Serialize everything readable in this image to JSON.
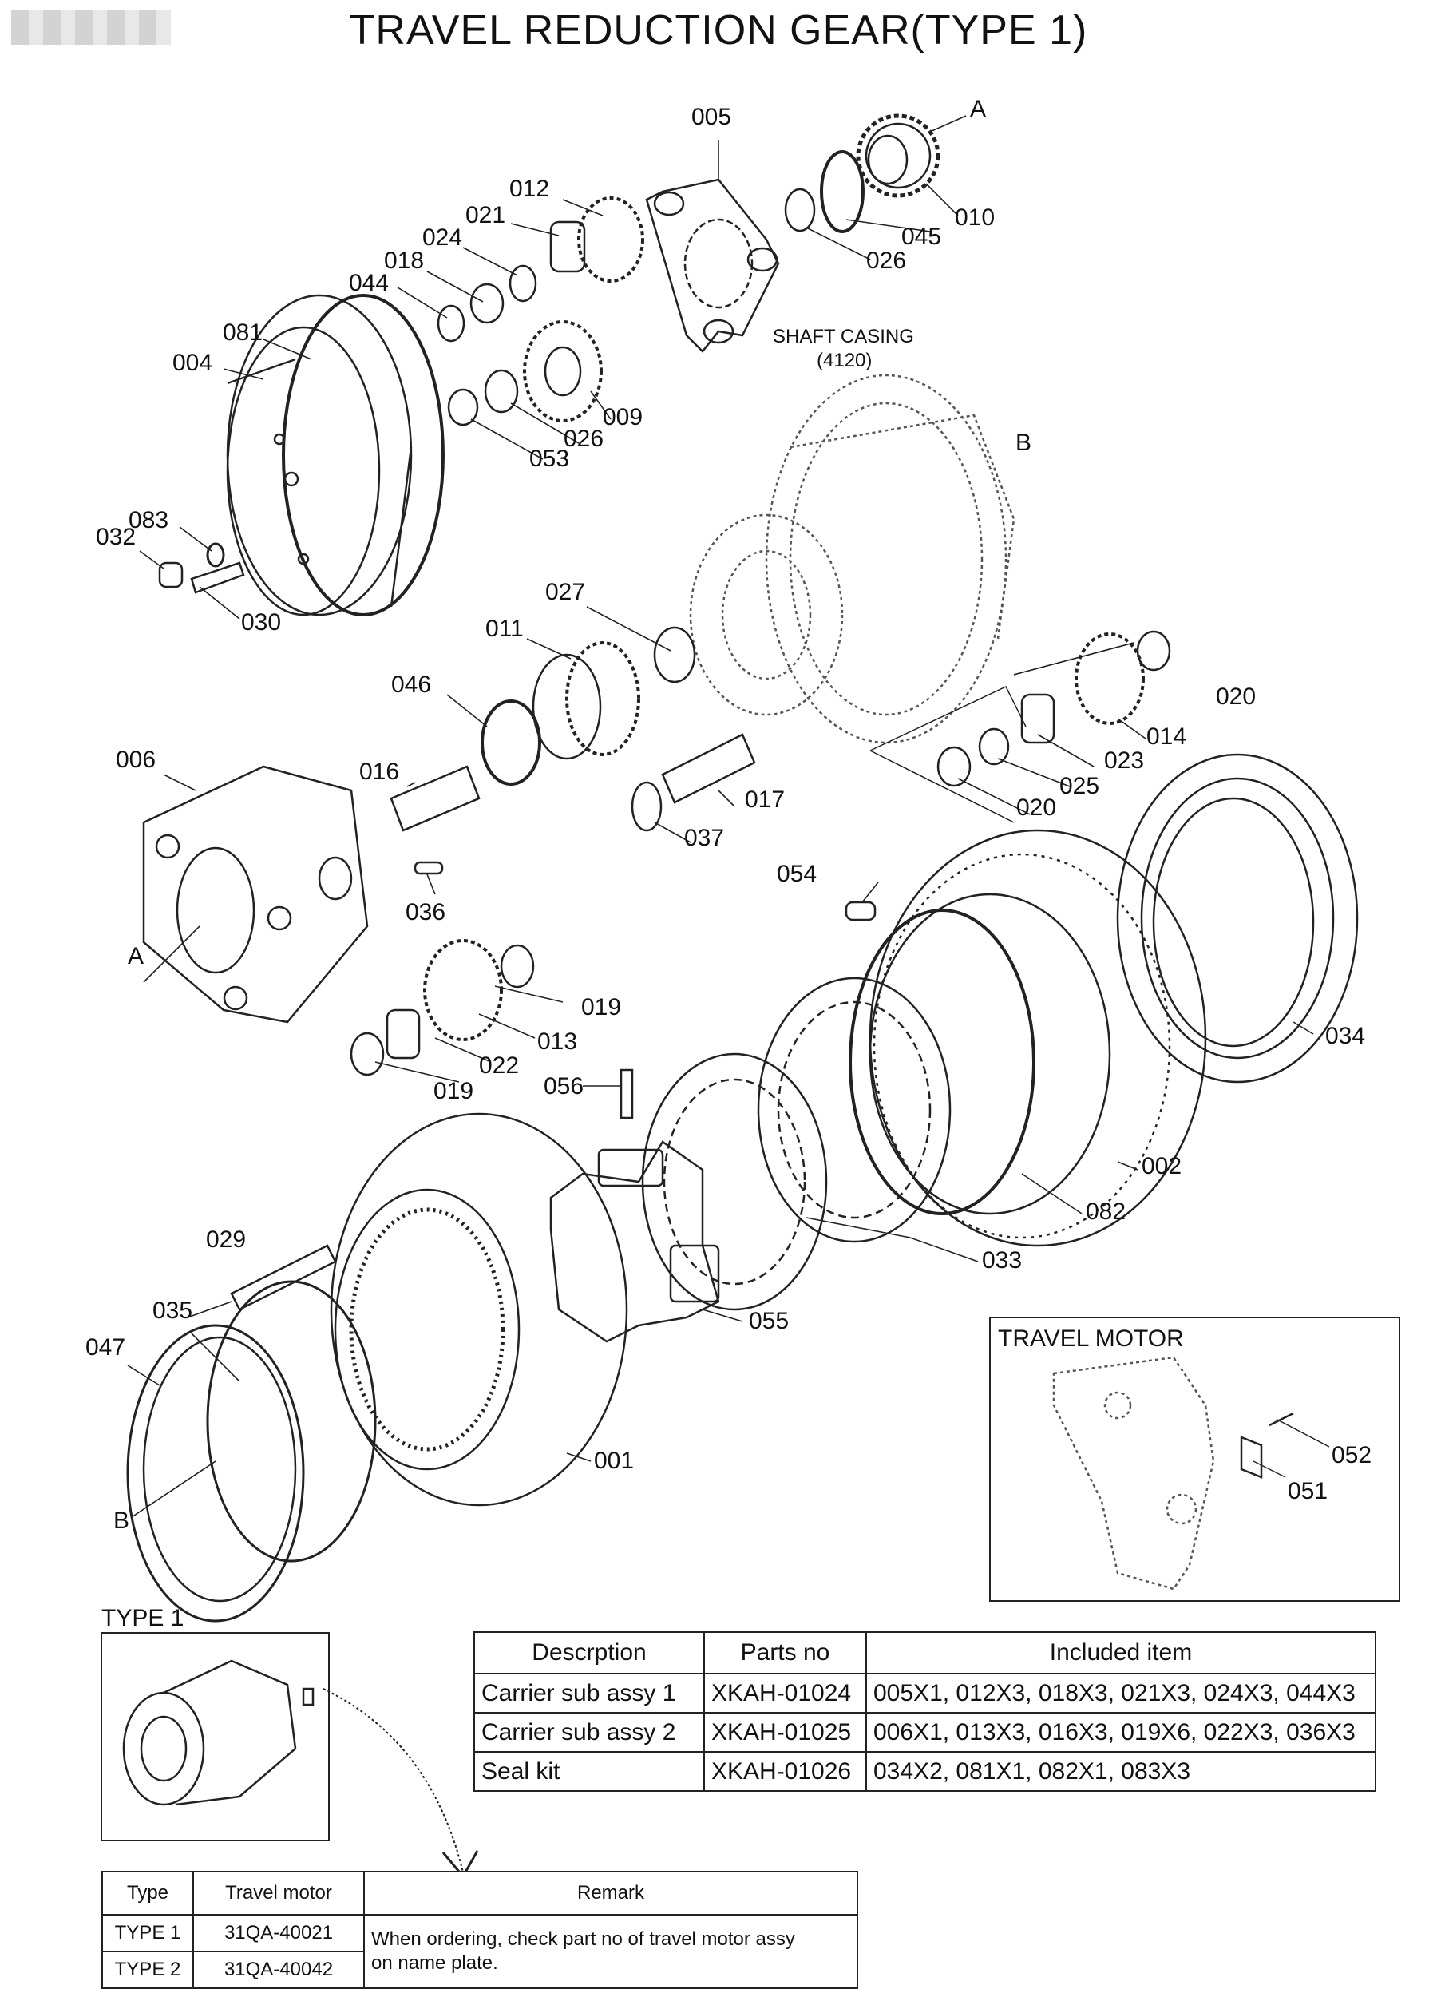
{
  "page_title": "TRAVEL REDUCTION GEAR(TYPE 1)",
  "shaft_casing": {
    "label": "SHAFT CASING",
    "code": "(4120)"
  },
  "callouts": {
    "a1": "A",
    "a2": "A",
    "b1": "B",
    "b2": "B",
    "p001": "001",
    "p002": "002",
    "p004": "004",
    "p005": "005",
    "p006": "006",
    "p009": "009",
    "p010": "010",
    "p011": "011",
    "p012": "012",
    "p013": "013",
    "p014": "014",
    "p016": "016",
    "p017": "017",
    "p018": "018",
    "p019a": "019",
    "p019b": "019",
    "p020a": "020",
    "p020b": "020",
    "p021": "021",
    "p022": "022",
    "p023": "023",
    "p024": "024",
    "p025": "025",
    "p026a": "026",
    "p026b": "026",
    "p027": "027",
    "p029": "029",
    "p030": "030",
    "p032": "032",
    "p033": "033",
    "p034": "034",
    "p035": "035",
    "p036": "036",
    "p037": "037",
    "p044": "044",
    "p045": "045",
    "p046": "046",
    "p047": "047",
    "p053": "053",
    "p054": "054",
    "p055": "055",
    "p056": "056",
    "p081": "081",
    "p082": "082",
    "p083": "083",
    "p051": "051",
    "p052": "052"
  },
  "inset_travel_motor": {
    "title": "TRAVEL MOTOR"
  },
  "inset_type": {
    "title": "TYPE 1"
  },
  "parts_table": {
    "headers": [
      "Descrption",
      "Parts no",
      "Included item"
    ],
    "rows": [
      [
        "Carrier sub assy 1",
        "XKAH-01024",
        "005X1, 012X3, 018X3, 021X3, 024X3, 044X3"
      ],
      [
        "Carrier sub assy 2",
        "XKAH-01025",
        "006X1, 013X3, 016X3, 019X6, 022X3, 036X3"
      ],
      [
        "Seal kit",
        "XKAH-01026",
        "034X2, 081X1, 082X1, 083X3"
      ]
    ]
  },
  "type_table": {
    "headers": [
      "Type",
      "Travel motor",
      "Remark"
    ],
    "rows": [
      [
        "TYPE 1",
        "31QA-40021"
      ],
      [
        "TYPE 2",
        "31QA-40042"
      ]
    ],
    "remark_line1": "When ordering, check part no of travel motor assy",
    "remark_line2": "on name plate."
  }
}
